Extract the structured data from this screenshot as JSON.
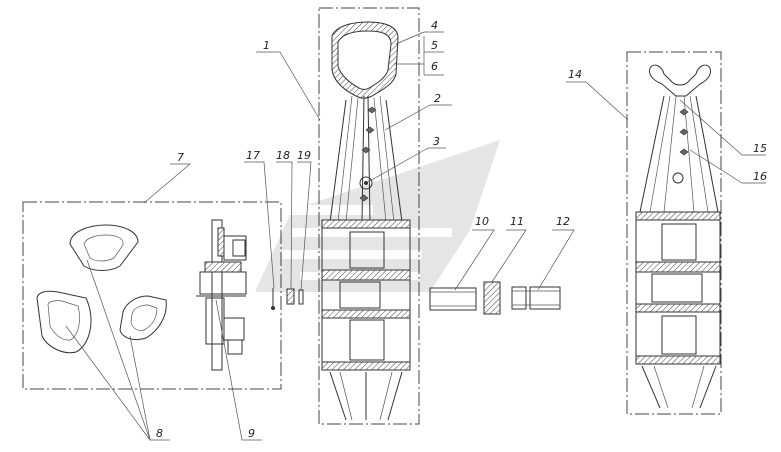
{
  "callouts": [
    {
      "id": "1",
      "label": "1"
    },
    {
      "id": "2",
      "label": "2"
    },
    {
      "id": "3",
      "label": "3"
    },
    {
      "id": "4",
      "label": "4"
    },
    {
      "id": "5",
      "label": "5"
    },
    {
      "id": "6",
      "label": "6"
    },
    {
      "id": "7",
      "label": "7"
    },
    {
      "id": "8",
      "label": "8"
    },
    {
      "id": "9",
      "label": "9"
    },
    {
      "id": "10",
      "label": "10"
    },
    {
      "id": "11",
      "label": "11"
    },
    {
      "id": "12",
      "label": "12"
    },
    {
      "id": "14",
      "label": "14"
    },
    {
      "id": "15",
      "label": "15"
    },
    {
      "id": "16",
      "label": "16"
    },
    {
      "id": "17",
      "label": "17"
    },
    {
      "id": "18",
      "label": "18"
    },
    {
      "id": "19",
      "label": "19"
    }
  ]
}
